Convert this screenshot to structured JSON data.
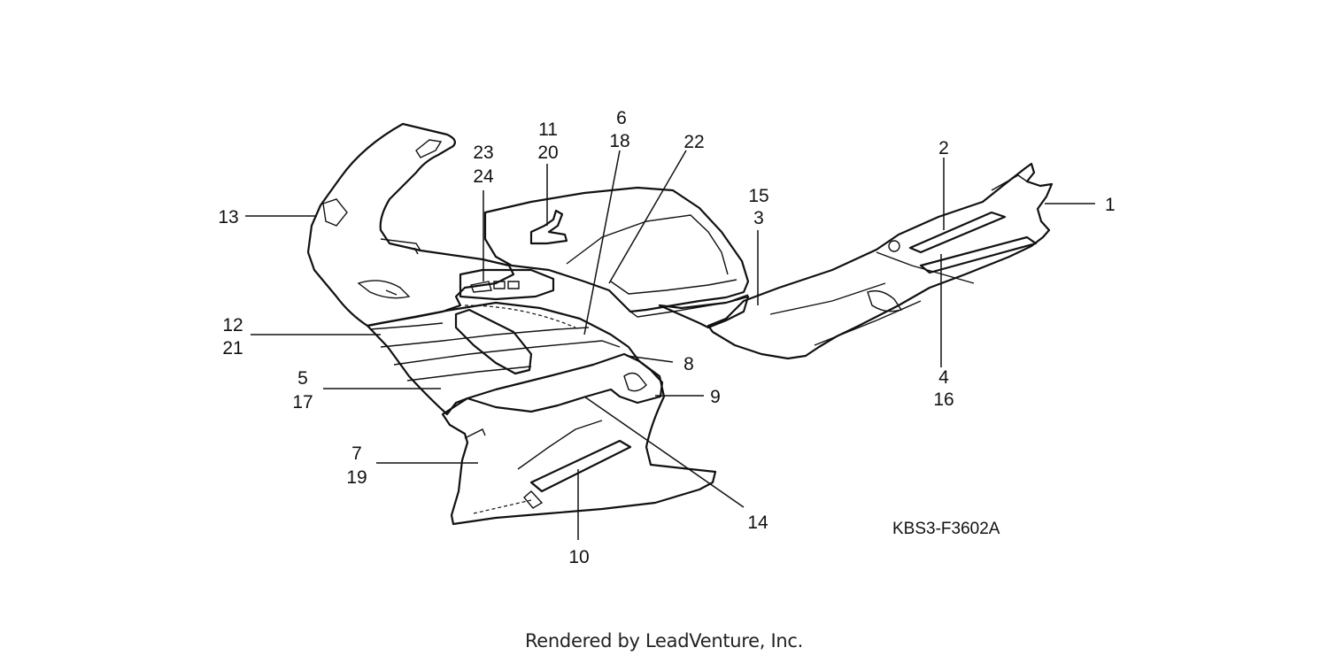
{
  "diagram": {
    "drawing_code": "KBS3-F3602A",
    "callouts": [
      {
        "id": "c1",
        "lines": [
          "1"
        ]
      },
      {
        "id": "c2",
        "lines": [
          "2"
        ]
      },
      {
        "id": "c15",
        "lines": [
          "15",
          "3"
        ]
      },
      {
        "id": "c4",
        "lines": [
          "4",
          "16"
        ]
      },
      {
        "id": "c5",
        "lines": [
          "5",
          "17"
        ]
      },
      {
        "id": "c6",
        "lines": [
          "6",
          "18"
        ]
      },
      {
        "id": "c7",
        "lines": [
          "7",
          "19"
        ]
      },
      {
        "id": "c8",
        "lines": [
          "8"
        ]
      },
      {
        "id": "c9",
        "lines": [
          "9"
        ]
      },
      {
        "id": "c10",
        "lines": [
          "10"
        ]
      },
      {
        "id": "c11",
        "lines": [
          "11",
          "20"
        ]
      },
      {
        "id": "c12",
        "lines": [
          "12",
          "21"
        ]
      },
      {
        "id": "c13",
        "lines": [
          "13"
        ]
      },
      {
        "id": "c14",
        "lines": [
          "14"
        ]
      },
      {
        "id": "c22",
        "lines": [
          "22"
        ]
      },
      {
        "id": "c23",
        "lines": [
          "23",
          "24"
        ]
      }
    ]
  },
  "footer": {
    "text": "Rendered by LeadVenture, Inc."
  }
}
